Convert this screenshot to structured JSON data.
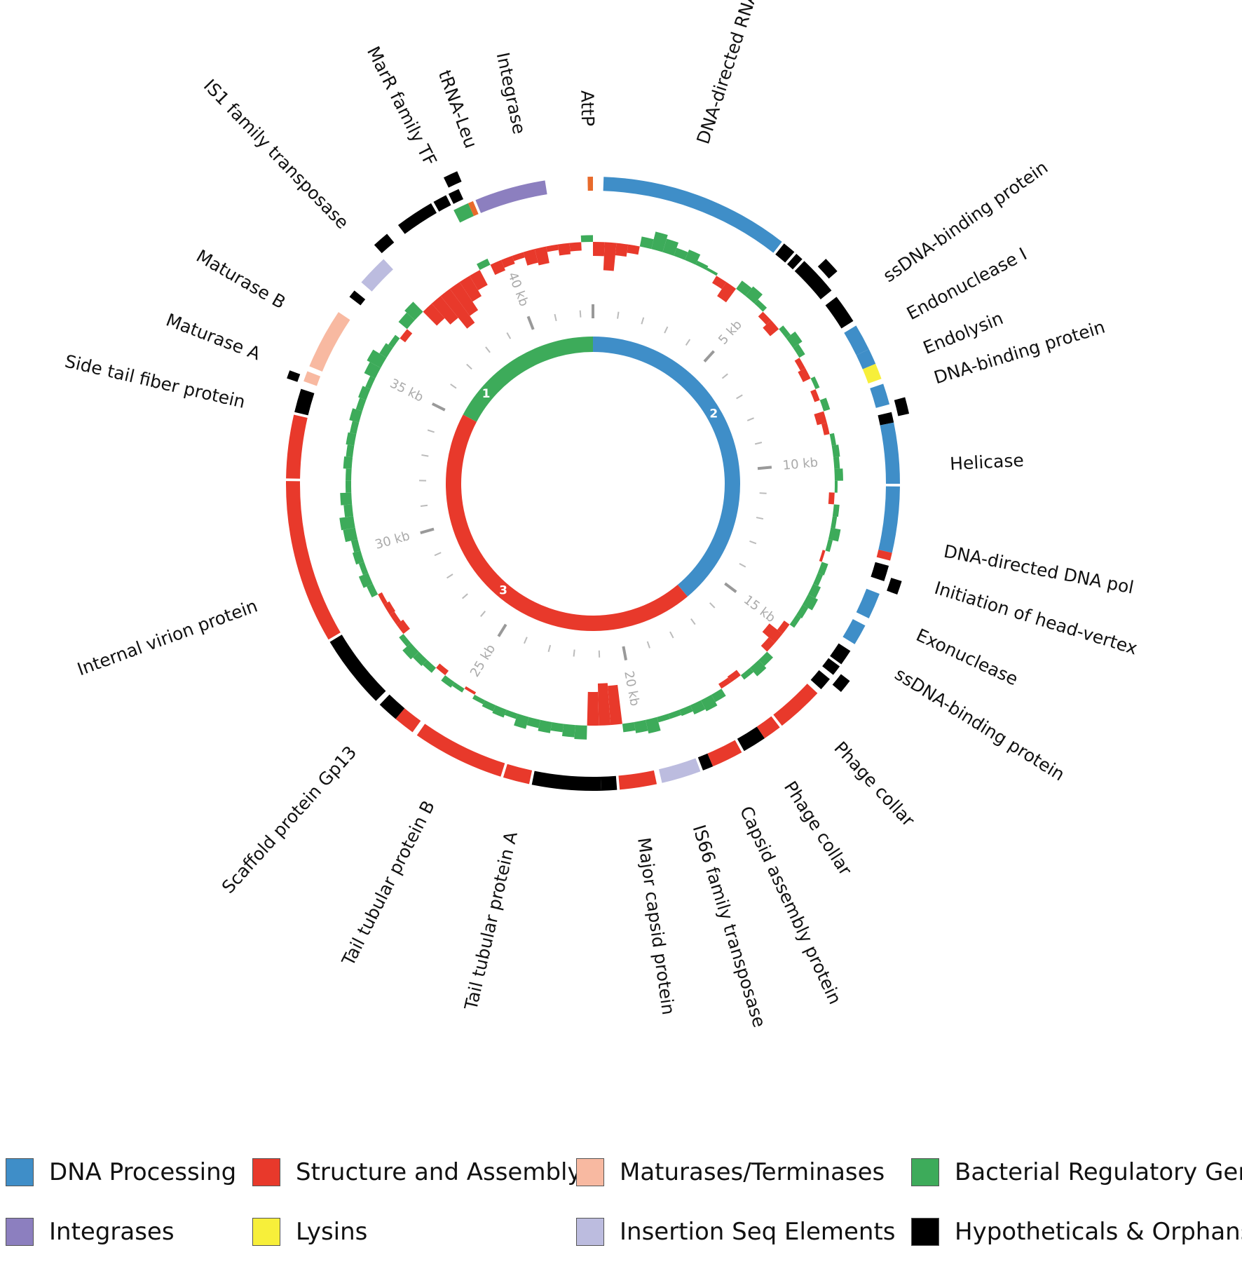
{
  "genome": {
    "length_kb": 42.5,
    "tick_labels": [
      "5 kb",
      "10 kb",
      "15 kb",
      "20 kb",
      "25 kb",
      "30 kb",
      "35 kb",
      "40 kb"
    ]
  },
  "categories": {
    "dna": {
      "name": "DNA Processing",
      "color": "#3f8ec8"
    },
    "struct": {
      "name": "Structure and Assembly",
      "color": "#e8392b"
    },
    "mat": {
      "name": "Maturases/Terminases",
      "color": "#f8b9a1"
    },
    "reg": {
      "name": "Bacterial Regulatory Genes",
      "color": "#3dab5a"
    },
    "int": {
      "name": "Integrases",
      "color": "#8c7fbf"
    },
    "lys": {
      "name": "Lysins",
      "color": "#f7ef3a"
    },
    "ins": {
      "name": "Insertion Seq Elements",
      "color": "#bcbcdf"
    },
    "hyp": {
      "name": "Hypotheticals & Orphans",
      "color": "#000000"
    }
  },
  "legend": [
    "dna",
    "struct",
    "mat",
    "reg",
    "int",
    "lys",
    "ins",
    "hyp"
  ],
  "segments": [
    {
      "label": "1",
      "category": "reg"
    },
    {
      "label": "2",
      "category": "dna"
    },
    {
      "label": "3",
      "category": "struct"
    }
  ],
  "gene_labels": [
    "MarR family TF",
    "tRNA-Leu",
    "Integrase",
    "AttP",
    "DNA-directed RNA pol",
    "ssDNA-binding protein",
    "Endonuclease I",
    "Endolysin",
    "DNA-binding protein",
    "Helicase",
    "DNA-directed DNA pol",
    "Initiation of head-vertex",
    "Exonuclease",
    "ssDNA-binding protein",
    "Phage collar",
    "Phage collar",
    "Capsid assembly protein",
    "IS66 family transposase",
    "Major capsid protein",
    "Tail tubular protein A",
    "Tail tubular protein B",
    "Scaffold protein Gp13",
    "Internal virion protein",
    "Side tail fiber protein",
    "Maturase A",
    "Maturase B",
    "IS1 family transposase"
  ],
  "gc_skew": {
    "positive_color": "#3dab5a",
    "negative_color": "#e8392b",
    "values": [
      -0.25,
      -0.5,
      -0.22,
      -0.15,
      0.18,
      0.32,
      0.25,
      0.15,
      0.2,
      0.08,
      0.05,
      -0.15,
      -0.3,
      0.18,
      0.22,
      0.1,
      -0.12,
      -0.2,
      0.1,
      0.2,
      0.12,
      -0.1,
      -0.15,
      0.08,
      -0.1,
      0.12,
      -0.18,
      -0.1,
      0.08,
      0.12,
      0.1,
      0.15,
      0.05,
      -0.1,
      0.1,
      0.08,
      0.18,
      0.08,
      -0.05,
      0.12,
      0.1,
      0.15,
      0.2,
      0.12,
      0.1,
      -0.12,
      -0.3,
      -0.15,
      0.15,
      0.2,
      0.1,
      -0.12,
      -0.1,
      0.15,
      0.22,
      0.18,
      0.12,
      0.1,
      0.1,
      0.25,
      0.2,
      0.15,
      -0.7,
      -0.75,
      -0.6,
      0.25,
      0.22,
      0.15,
      0.2,
      0.15,
      0.22,
      0.1,
      0.15,
      0.12,
      0.08,
      -0.05,
      0.08,
      0.12,
      -0.1,
      0.12,
      0.15,
      0.2,
      0.1,
      -0.15,
      -0.1,
      -0.12,
      -0.08,
      0.12,
      0.18,
      0.1,
      0.15,
      0.12,
      0.22,
      0.25,
      0.15,
      0.2,
      0.1,
      0.1,
      0.15,
      0.12,
      0.15,
      0.12,
      0.18,
      0.12,
      0.15,
      0.1,
      0.22,
      0.28,
      0.15,
      0.1,
      -0.12,
      0.2,
      0.25,
      -0.35,
      -0.5,
      -0.75,
      -0.6,
      -0.42,
      -0.3,
      0.12,
      -0.2,
      -0.15,
      -0.1,
      -0.25,
      -0.3,
      -0.1,
      -0.2,
      -0.15,
      0.12
    ]
  }
}
